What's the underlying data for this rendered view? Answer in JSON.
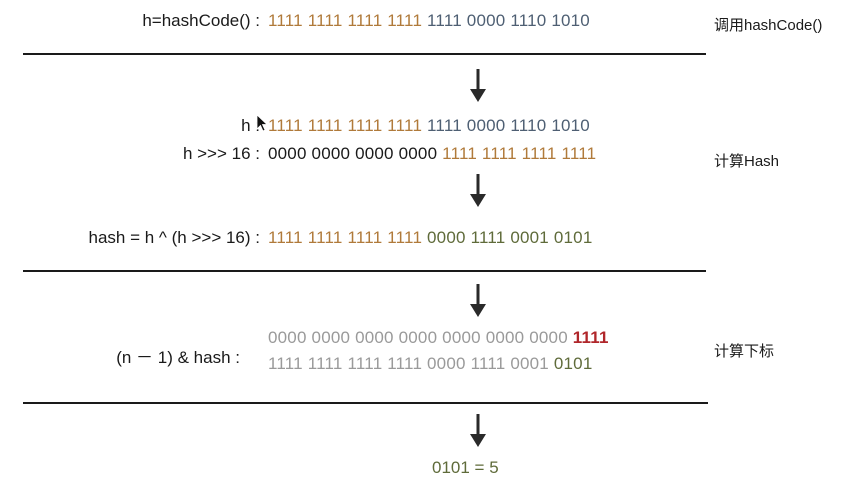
{
  "colors": {
    "orange": "#b07a3a",
    "slate": "#4e5f73",
    "black": "#1a1a1a",
    "olive": "#5f6b3a",
    "gray": "#9a9a9a",
    "red": "#b0262a"
  },
  "icons": {
    "arrow": "arrow-down-icon",
    "cursor": "mouse-cursor-icon"
  },
  "step1": {
    "label": "h=hashCode() :",
    "bits_hi": "1111 1111 1111 1111 ",
    "bits_lo": "1111 0000 1110 1010",
    "side": "调用hashCode()"
  },
  "step2": {
    "h_label": "h :",
    "h_bits_hi": "1111 1111 1111 1111 ",
    "h_bits_lo": "1111 0000 1110 1010",
    "shift_label": "h >>> 16 :",
    "shift_bits_hi": "0000 0000 0000 0000 ",
    "shift_bits_lo": "1111 1111 1111 1111",
    "side": "计算Hash"
  },
  "step3": {
    "label": "hash = h ^ (h >>> 16) :",
    "bits_hi": "1111 1111 1111 1111 ",
    "bits_lo": "0000 1111 0001 0101"
  },
  "step4": {
    "label": "(n － 1) & hash :",
    "mask_bits_hi": "0000 0000 0000 0000 0000 0000 0000 ",
    "mask_bits_lo": "1111",
    "hash_bits_hi": "1111 1111 1111 1111 0000 1111 0001 ",
    "hash_bits_lo": "0101",
    "side": "计算下标"
  },
  "result": "0101 = 5"
}
